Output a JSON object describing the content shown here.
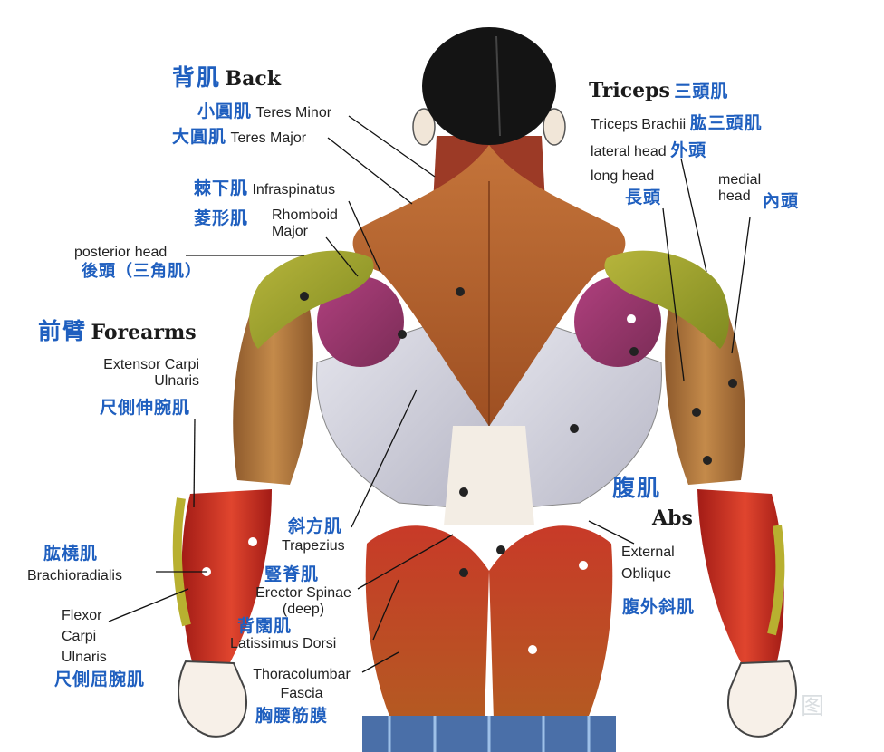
{
  "sections": {
    "back": {
      "zh": "背肌",
      "en": "Back"
    },
    "triceps": {
      "en": "Triceps",
      "zh": "三頭肌"
    },
    "forearms": {
      "zh": "前臂",
      "en": "Forearms"
    },
    "abs": {
      "zh": "腹肌",
      "en": "Abs"
    }
  },
  "labels": {
    "teres_minor": {
      "zh": "小圓肌",
      "en": "Teres Minor"
    },
    "teres_major": {
      "zh": "大圓肌",
      "en": "Teres Major"
    },
    "infraspinatus": {
      "zh": "棘下肌",
      "en": "Infraspinatus"
    },
    "rhomboid": {
      "zh": "菱形肌",
      "en": "Rhomboid Major"
    },
    "posterior_head": {
      "en": "posterior head",
      "zh": "後頭（三角肌）"
    },
    "triceps_brachii": {
      "en": "Triceps Brachii",
      "zh": "肱三頭肌"
    },
    "lateral_head": {
      "en": "lateral head",
      "zh": "外頭"
    },
    "long_head": {
      "en": "long head",
      "zh": "長頭"
    },
    "medial_head": {
      "en": "medial head",
      "zh": "內頭"
    },
    "extensor": {
      "en": "Extensor Carpi Ulnaris",
      "zh": "尺側伸腕肌"
    },
    "brachioradialis": {
      "zh": "肱橈肌",
      "en": "Brachioradialis"
    },
    "flexor": {
      "en": "Flexor Carpi Ulnaris",
      "zh": "尺側屈腕肌"
    },
    "trapezius": {
      "zh": "斜方肌",
      "en": "Trapezius"
    },
    "erector": {
      "zh": "豎脊肌",
      "en": "Erector Spinae (deep)"
    },
    "latissimus": {
      "zh": "背闊肌",
      "en": "Latissimus Dorsi"
    },
    "thoracolumbar": {
      "en": "Thoracolumbar Fascia",
      "zh": "胸腰筋膜"
    },
    "external_oblique": {
      "en": "External Oblique",
      "zh": "腹外斜肌"
    }
  },
  "watermark": "图",
  "colors": {
    "chinese_text": "#1f5fbf",
    "english_text": "#222222",
    "trapezius": "#b5652e",
    "deltoid": "#9a9a28",
    "triceps": "#a86a3a",
    "forearm": "#c4281f",
    "infraspinatus": "#9a3a6a",
    "latissimus_fascia": "#cfcfd8",
    "gluteus": "#b5331f",
    "hair": "#141414"
  }
}
